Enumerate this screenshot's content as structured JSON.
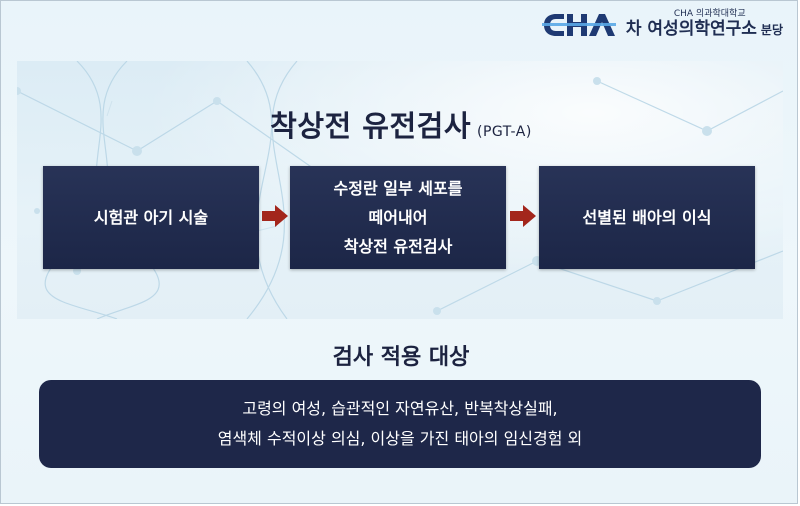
{
  "logo": {
    "mark_text": "CHA",
    "small_text": "CHA 의과학대학교",
    "name": "차 여성의학연구소",
    "branch": "분당"
  },
  "title": {
    "main": "착상전 유전검사",
    "sub": "(PGT-A)"
  },
  "steps": [
    {
      "lines": [
        "시험관 아기 시술"
      ]
    },
    {
      "lines": [
        "수정란 일부 세포를",
        "떼어내어",
        "착상전 유전검사"
      ]
    },
    {
      "lines": [
        "선별된 배아의 이식"
      ]
    }
  ],
  "section": {
    "title": "검사 적용 대상",
    "lines": [
      "고령의 여성, 습관적인 자연유산, 반복착상실패,",
      "염색체 수적이상 의심, 이상을 가진 태아의 임신경험 외"
    ]
  },
  "colors": {
    "navy": "#1e2749",
    "arrow": "#a3261c",
    "background": "#e9f4fa"
  }
}
